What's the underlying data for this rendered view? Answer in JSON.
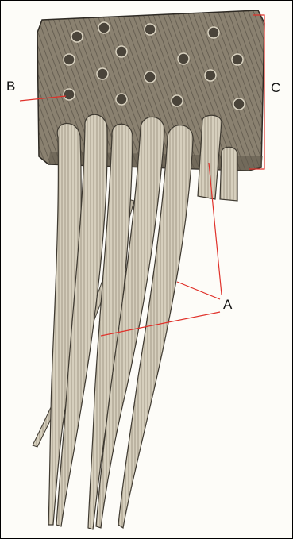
{
  "figure": {
    "labels": {
      "a": "A",
      "b": "B",
      "c": "C"
    },
    "colors": {
      "leader_line": "#e0312a",
      "block_fill": "#8a8170",
      "block_shadow": "#5e574b",
      "strand_fill": "#d6cfbd",
      "strand_edge": "#3f3a31",
      "pore": "#4a443a"
    },
    "icons": {
      "pore": "circular-pore-icon"
    }
  }
}
